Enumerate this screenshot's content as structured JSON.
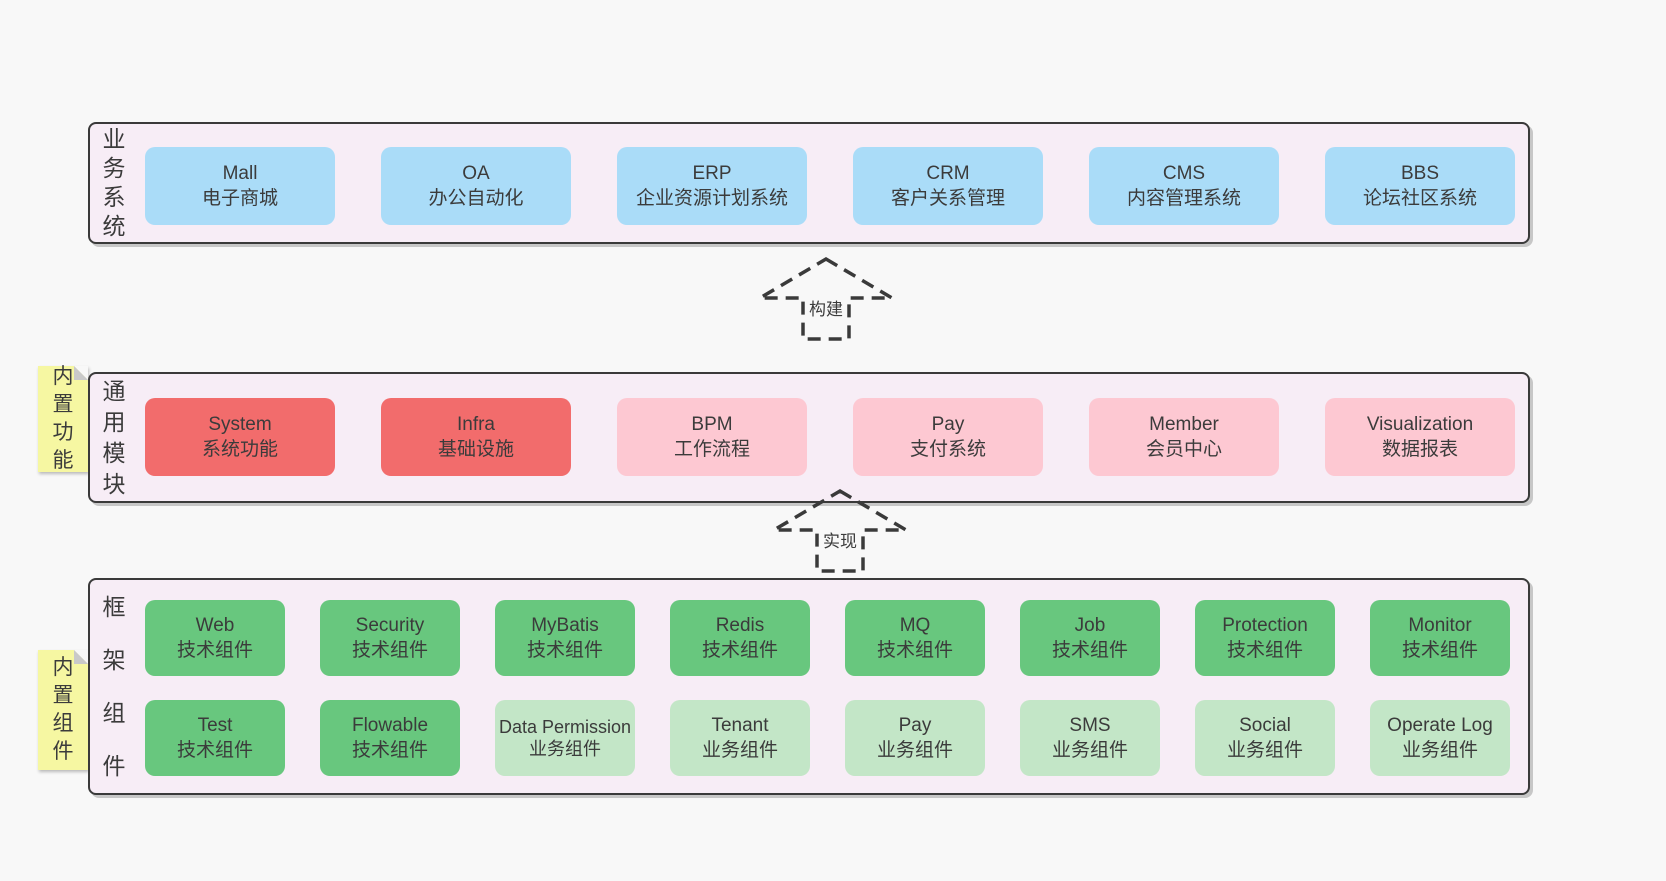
{
  "palette": {
    "page_bg": "#f8f8f8",
    "band_bg": "#f7edf6",
    "band_border": "#3a3a3a",
    "blue_box": "#aadcf8",
    "red_box": "#f26c6c",
    "pink_box": "#fdc8d2",
    "green_box": "#68c77e",
    "light_green_box": "#c3e6c7",
    "note_yellow": "#f6f7a2",
    "text": "#3b3b3b"
  },
  "arrows": [
    {
      "label": "构建"
    },
    {
      "label": "实现"
    }
  ],
  "bands": [
    {
      "label": "业务系统",
      "items": [
        {
          "en": "Mall",
          "zh": "电子商城"
        },
        {
          "en": "OA",
          "zh": "办公自动化"
        },
        {
          "en": "ERP",
          "zh": "企业资源计划系统"
        },
        {
          "en": "CRM",
          "zh": "客户关系管理"
        },
        {
          "en": "CMS",
          "zh": "内容管理系统"
        },
        {
          "en": "BBS",
          "zh": "论坛社区系统"
        }
      ]
    },
    {
      "label": "通用模块",
      "note": "内置功能",
      "items": [
        {
          "en": "System",
          "zh": "系统功能"
        },
        {
          "en": "Infra",
          "zh": "基础设施"
        },
        {
          "en": "BPM",
          "zh": "工作流程"
        },
        {
          "en": "Pay",
          "zh": "支付系统"
        },
        {
          "en": "Member",
          "zh": "会员中心"
        },
        {
          "en": "Visualization",
          "zh": "数据报表"
        }
      ]
    },
    {
      "label": "框架组件",
      "note": "内置组件",
      "row1": [
        {
          "en": "Web",
          "zh": "技术组件"
        },
        {
          "en": "Security",
          "zh": "技术组件"
        },
        {
          "en": "MyBatis",
          "zh": "技术组件"
        },
        {
          "en": "Redis",
          "zh": "技术组件"
        },
        {
          "en": "MQ",
          "zh": "技术组件"
        },
        {
          "en": "Job",
          "zh": "技术组件"
        },
        {
          "en": "Protection",
          "zh": "技术组件"
        },
        {
          "en": "Monitor",
          "zh": "技术组件"
        }
      ],
      "row2": [
        {
          "en": "Test",
          "zh": "技术组件"
        },
        {
          "en": "Flowable",
          "zh": "技术组件"
        },
        {
          "en": "Data Permission",
          "zh": "业务组件"
        },
        {
          "en": "Tenant",
          "zh": "业务组件"
        },
        {
          "en": "Pay",
          "zh": "业务组件"
        },
        {
          "en": "SMS",
          "zh": "业务组件"
        },
        {
          "en": "Social",
          "zh": "业务组件"
        },
        {
          "en": "Operate Log",
          "zh": "业务组件"
        }
      ]
    }
  ]
}
